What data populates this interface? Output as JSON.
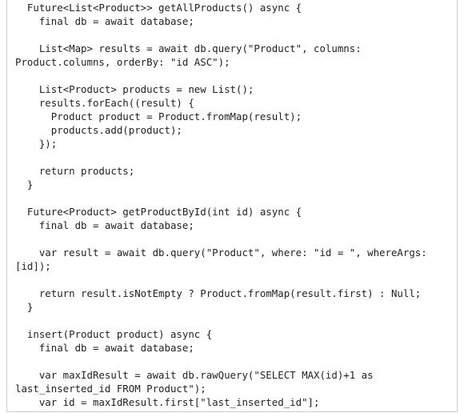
{
  "code": {
    "lines": [
      "  Future<List<Product>> getAllProducts() async {",
      "    final db = await database;",
      "",
      "    List<Map> results = await db.query(\"Product\", columns:",
      "Product.columns, orderBy: \"id ASC\");",
      "",
      "    List<Product> products = new List();",
      "    results.forEach((result) {",
      "      Product product = Product.fromMap(result);",
      "      products.add(product);",
      "    });",
      "",
      "    return products;",
      "  }",
      "",
      "  Future<Product> getProductById(int id) async {",
      "    final db = await database;",
      "",
      "    var result = await db.query(\"Product\", where: \"id = \", whereArgs:",
      "[id]);",
      "",
      "    return result.isNotEmpty ? Product.fromMap(result.first) : Null;",
      "  }",
      "",
      "  insert(Product product) async {",
      "    final db = await database;",
      "",
      "    var maxIdResult = await db.rawQuery(\"SELECT MAX(id)+1 as",
      "last_inserted_id FROM Product\");",
      "    var id = maxIdResult.first[\"last_inserted_id\"];"
    ]
  }
}
